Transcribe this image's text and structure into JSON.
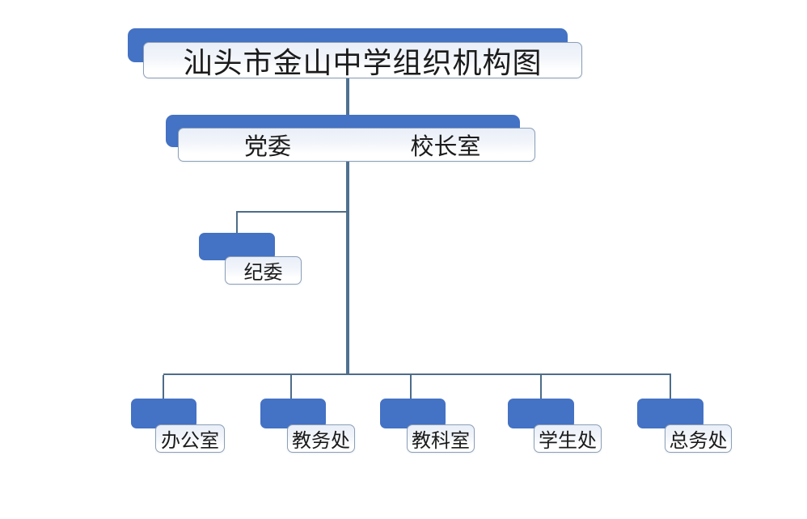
{
  "diagram": {
    "title": "汕头市金山中学组织机构图",
    "root_node": {
      "left_label": "党委",
      "right_label": "校长室"
    },
    "branch_node": {
      "label": "纪委"
    },
    "departments": [
      {
        "label": "办公室"
      },
      {
        "label": "教务处"
      },
      {
        "label": "教科室"
      },
      {
        "label": "学生处"
      },
      {
        "label": "总务处"
      }
    ]
  },
  "colors": {
    "node_fill": "#4472C4",
    "connector_thick": "#4F7191",
    "connector_thin": "#4E6C88",
    "box_border": "#8B9FB8",
    "box_tint": "#E9EEF8",
    "text": "#1B1B1B",
    "background": "#FFFFFF"
  }
}
